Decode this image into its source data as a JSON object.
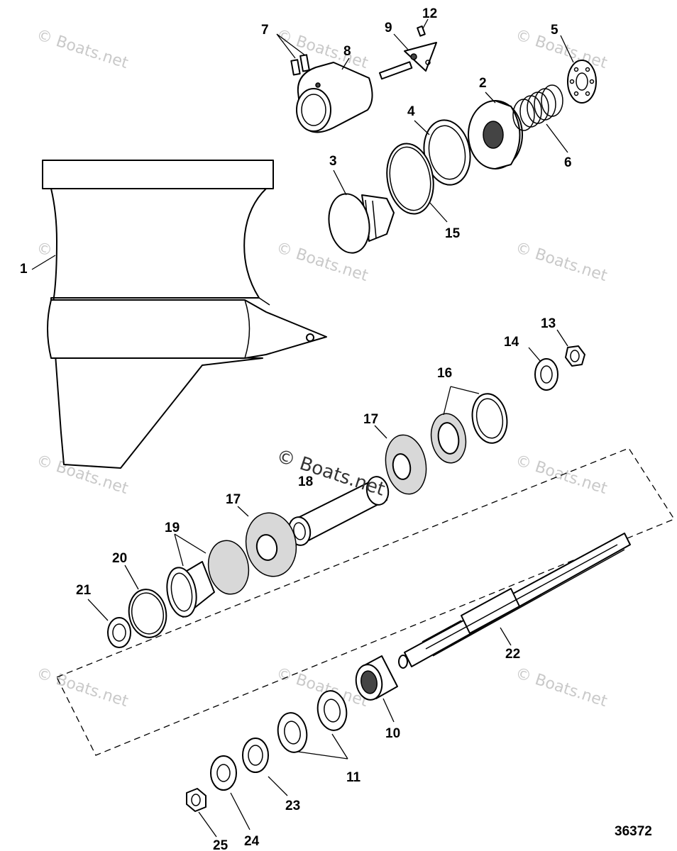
{
  "diagram_id": "36372",
  "watermark": "© Boats.net",
  "callouts": {
    "c1": "1",
    "c2": "2",
    "c3": "3",
    "c4": "4",
    "c5": "5",
    "c6": "6",
    "c7": "7",
    "c8": "8",
    "c9": "9",
    "c10": "10",
    "c11": "11",
    "c12": "12",
    "c13": "13",
    "c14": "14",
    "c15": "15",
    "c16": "16",
    "c17a": "17",
    "c17b": "17",
    "c18": "18",
    "c19": "19",
    "c20": "20",
    "c21": "21",
    "c22": "22",
    "c23": "23",
    "c24": "24",
    "c25": "25"
  }
}
